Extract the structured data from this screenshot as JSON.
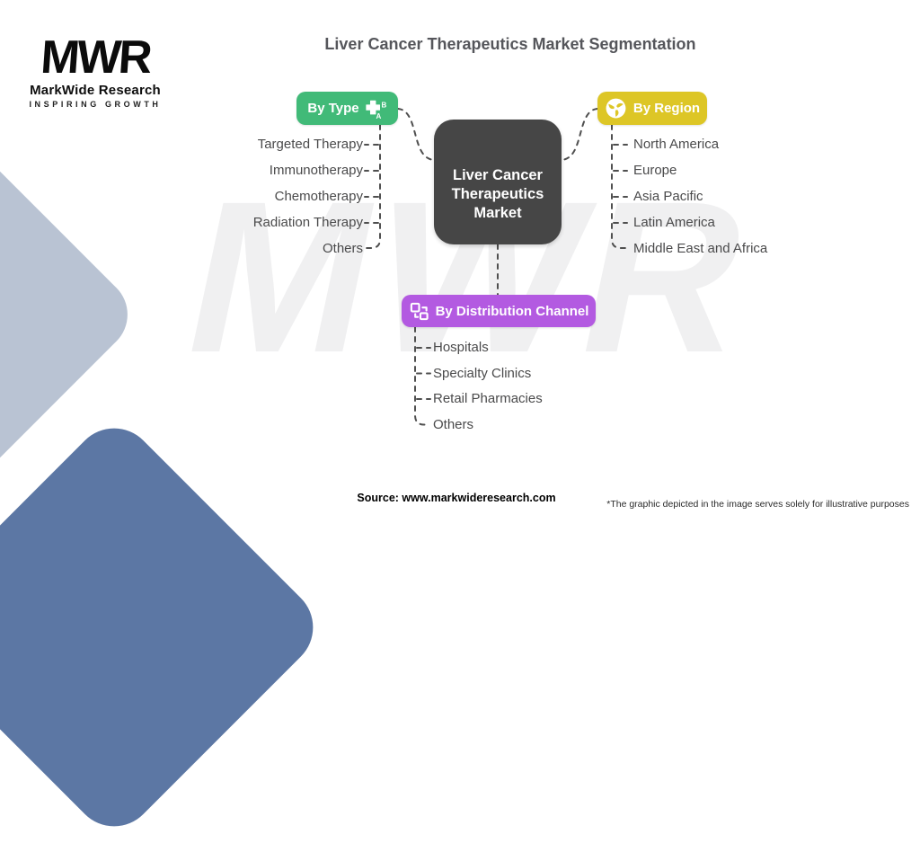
{
  "title": "Liver Cancer Therapeutics Market Segmentation",
  "logo": {
    "acronym": "MWR",
    "name": "MarkWide Research",
    "tagline": "INSPIRING GROWTH"
  },
  "watermark_text": "MWR",
  "center_node": {
    "lines": [
      "Liver Cancer",
      "Therapeutics",
      "Market"
    ],
    "color": "#464646"
  },
  "branches": {
    "type": {
      "label": "By Type",
      "color": "#41ba78",
      "icon": "gamepad-ab-icon",
      "items": [
        "Targeted Therapy",
        "Immunotherapy",
        "Chemotherapy",
        "Radiation Therapy",
        "Others"
      ]
    },
    "region": {
      "label": "By Region",
      "color": "#ddc626",
      "icon": "globe-icon",
      "items": [
        "North America",
        "Europe",
        "Asia Pacific",
        "Latin America",
        "Middle East and Africa"
      ]
    },
    "distribution": {
      "label": "By Distribution Channel",
      "color": "#b35ae1",
      "icon": "flow-boxes-icon",
      "items": [
        "Hospitals",
        "Specialty Clinics",
        "Retail Pharmacies",
        "Others"
      ]
    }
  },
  "connector_color": "#4f4f4f",
  "decor": {
    "diamond_light_color": "#b9c3d3",
    "diamond_dark_color": "#5c77a4",
    "watermark_color": "#f0f0f1"
  },
  "footer": {
    "source": "Source: www.markwideresearch.com",
    "disclaimer": "*The graphic depicted in the image serves solely for illustrative purposes"
  }
}
